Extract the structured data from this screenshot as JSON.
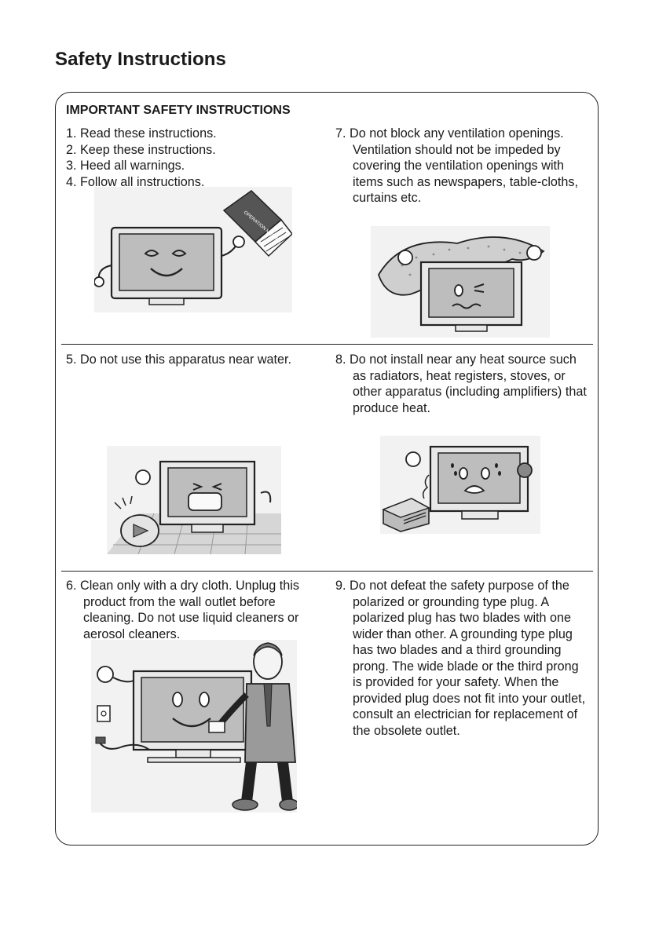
{
  "page": {
    "title": "Safety Instructions"
  },
  "section": {
    "heading": "IMPORTANT SAFETY INSTRUCTIONS"
  },
  "items": {
    "i1": "1. Read these instructions.",
    "i2": "2. Keep these instructions.",
    "i3": "3. Heed all warnings.",
    "i4": "4. Follow all instructions.",
    "i5": "5. Do not use this apparatus near water.",
    "i6": "6. Clean only with a dry cloth. Unplug this product from the wall outlet before cleaning. Do not use liquid cleaners or aerosol cleaners.",
    "i7": "7. Do not block any ventilation openings. Ventilation should not be impeded by covering the ventilation openings with items such as newspapers, table-cloths, curtains etc.",
    "i8": "8. Do not install near any heat source such as radiators, heat registers, stoves, or other apparatus (including amplifiers) that produce heat.",
    "i9": "9. Do not defeat the safety purpose of the polarized or grounding type plug. A polarized plug has two blades with one wider than other. A grounding type plug has two blades and a third grounding prong. The wide blade or the third prong is provided for your safety. When the provided plug does not fit into your outlet, consult an electrician for replacement of the obsolete outlet."
  },
  "illustrations": {
    "manual_book_label": "OPERATION MANUAL"
  },
  "colors": {
    "line": "#222222",
    "screen": "#bdbdbd",
    "shade": "#d6d6d6"
  }
}
